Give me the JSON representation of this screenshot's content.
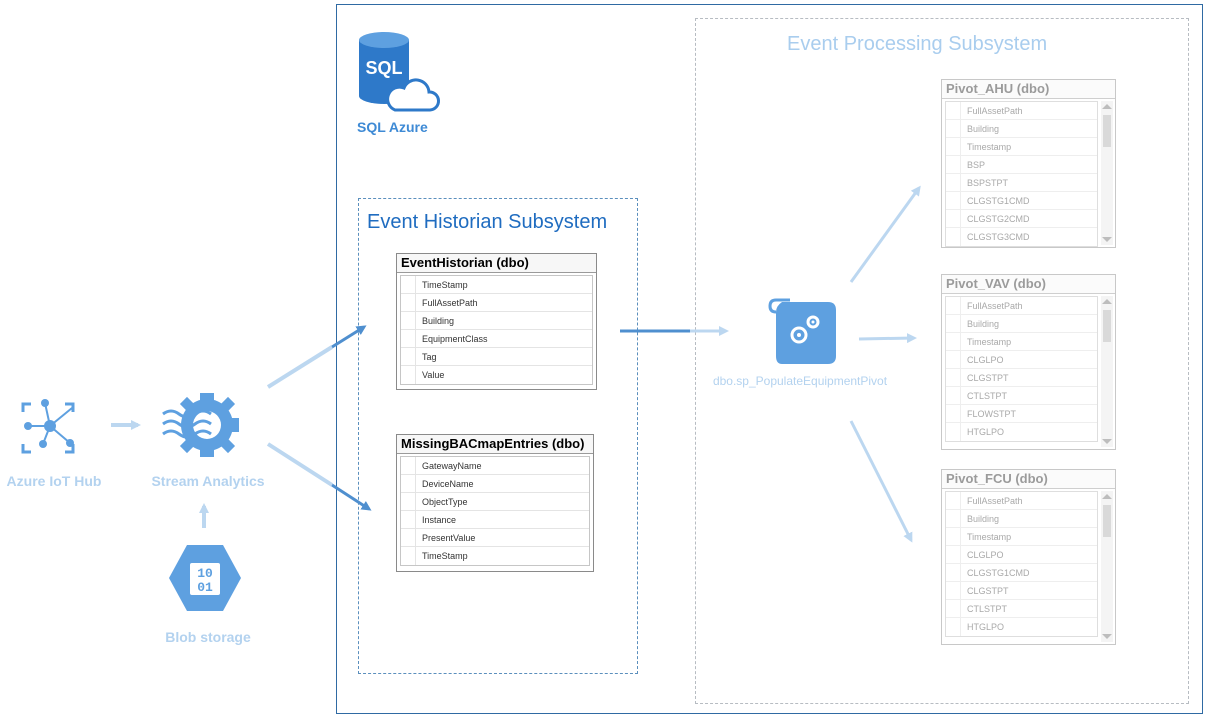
{
  "sql_azure": {
    "label": "SQL Azure",
    "icon": "sql-database-icon",
    "icon_text": "SQL"
  },
  "event_historian": {
    "title": "Event Historian Subsystem"
  },
  "event_processing": {
    "title": "Event Processing Subsystem"
  },
  "sources": {
    "iot_hub": {
      "label": "Azure IoT Hub",
      "icon": "iot-hub-icon"
    },
    "stream_analytics": {
      "label": "Stream Analytics",
      "icon": "stream-analytics-icon"
    },
    "blob_storage": {
      "label": "Blob storage",
      "icon": "blob-storage-icon",
      "icon_text_1": "10",
      "icon_text_2": "01"
    }
  },
  "stored_procedure": {
    "label": "dbo.sp_PopulateEquipmentPivot",
    "icon": "script-gears-icon"
  },
  "tables": {
    "event_historian": {
      "name": "EventHistorian (dbo)",
      "columns": [
        "TimeStamp",
        "FullAssetPath",
        "Building",
        "EquipmentClass",
        "Tag",
        "Value"
      ]
    },
    "missing_bacmap": {
      "name": "MissingBACmapEntries (dbo)",
      "columns": [
        "GatewayName",
        "DeviceName",
        "ObjectType",
        "Instance",
        "PresentValue",
        "TimeStamp"
      ]
    },
    "pivot_ahu": {
      "name": "Pivot_AHU (dbo)",
      "columns": [
        "FullAssetPath",
        "Building",
        "Timestamp",
        "BSP",
        "BSPSTPT",
        "CLGSTG1CMD",
        "CLGSTG2CMD",
        "CLGSTG3CMD"
      ]
    },
    "pivot_vav": {
      "name": "Pivot_VAV (dbo)",
      "columns": [
        "FullAssetPath",
        "Building",
        "Timestamp",
        "CLGLPO",
        "CLGSTPT",
        "CTLSTPT",
        "FLOWSTPT",
        "HTGLPO"
      ]
    },
    "pivot_fcu": {
      "name": "Pivot_FCU (dbo)",
      "columns": [
        "FullAssetPath",
        "Building",
        "Timestamp",
        "CLGLPO",
        "CLGSTG1CMD",
        "CLGSTPT",
        "CTLSTPT",
        "HTGLPO"
      ]
    }
  },
  "colors": {
    "frame_border": "#2f6aa3",
    "accent_blue": "#1f6cc0",
    "faded_blue": "#b3d2ef",
    "arrow_light": "#bcd7f0",
    "arrow_dark": "#4f8fcf"
  }
}
